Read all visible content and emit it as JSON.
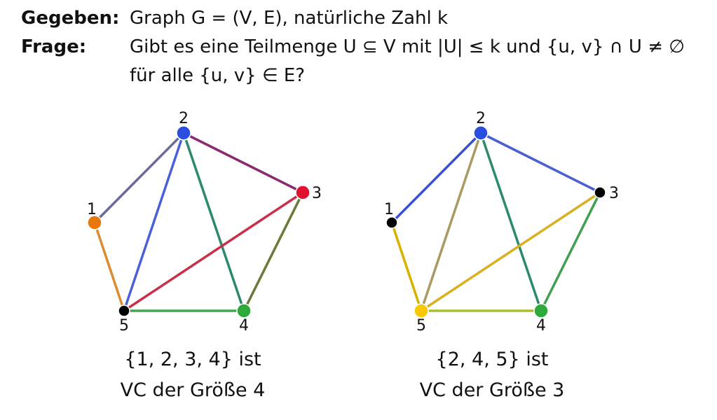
{
  "problem": {
    "given_label": "Gegeben:",
    "given_text": "Graph G = (V, E), natürliche Zahl k",
    "question_label": "Frage:",
    "question_line1": "Gibt es eine Teilmenge U ⊆ V mit |U| ≤ k und {u, v} ∩ U ≠ ∅",
    "question_line2": "für alle {u, v} ∈ E?"
  },
  "graphs": [
    {
      "caption_line1": "{1, 2, 3, 4} ist",
      "caption_line2": "VC der Größe 4",
      "nodes": [
        {
          "id": "1",
          "color": "#e8780c"
        },
        {
          "id": "2",
          "color": "#2a4fe0"
        },
        {
          "id": "3",
          "color": "#e0102e"
        },
        {
          "id": "4",
          "color": "#2eaa3a"
        },
        {
          "id": "5",
          "color": "#000000"
        }
      ],
      "edges": [
        {
          "from": "1",
          "to": "2",
          "color": "#6a6a9a"
        },
        {
          "from": "1",
          "to": "5",
          "color": "#e08a30"
        },
        {
          "from": "2",
          "to": "3",
          "color": "#8a2a70"
        },
        {
          "from": "2",
          "to": "4",
          "color": "#2a8a6a"
        },
        {
          "from": "2",
          "to": "5",
          "color": "#4a60d8"
        },
        {
          "from": "3",
          "to": "4",
          "color": "#6a7a3a"
        },
        {
          "from": "3",
          "to": "5",
          "color": "#c8304a"
        },
        {
          "from": "4",
          "to": "5",
          "color": "#40a850"
        }
      ]
    },
    {
      "caption_line1": "{2, 4, 5} ist",
      "caption_line2": "VC der Größe 3",
      "nodes": [
        {
          "id": "1",
          "color": "#000000"
        },
        {
          "id": "2",
          "color": "#2a4fe0"
        },
        {
          "id": "3",
          "color": "#000000"
        },
        {
          "id": "4",
          "color": "#2eaa3a"
        },
        {
          "id": "5",
          "color": "#f8c800"
        }
      ],
      "edges": [
        {
          "from": "1",
          "to": "2",
          "color": "#3a50d0"
        },
        {
          "from": "1",
          "to": "5",
          "color": "#d8b000"
        },
        {
          "from": "2",
          "to": "3",
          "color": "#4a60d0"
        },
        {
          "from": "2",
          "to": "4",
          "color": "#2a8a6a"
        },
        {
          "from": "2",
          "to": "5",
          "color": "#a89a60"
        },
        {
          "from": "3",
          "to": "4",
          "color": "#40a050"
        },
        {
          "from": "3",
          "to": "5",
          "color": "#d8b020"
        },
        {
          "from": "4",
          "to": "5",
          "color": "#a8c030"
        }
      ]
    }
  ]
}
